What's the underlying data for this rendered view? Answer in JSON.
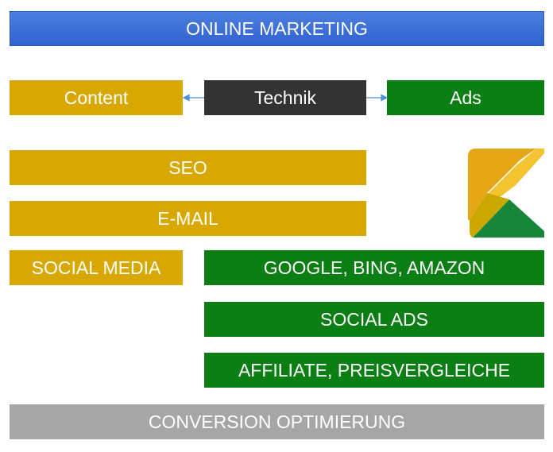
{
  "header": {
    "title": "ONLINE MARKETING"
  },
  "pillars": {
    "content": "Content",
    "technik": "Technik",
    "ads": "Ads"
  },
  "content_channels": [
    "SEO",
    "E-MAIL",
    "SOCIAL MEDIA"
  ],
  "ads_channels": [
    "GOOGLE, BING, AMAZON",
    "SOCIAL ADS",
    "AFFILIATE, PREISVERGLEICHE"
  ],
  "footer": {
    "title": "CONVERSION OPTIMIERUNG"
  },
  "colors": {
    "header_blue": "#3569d6",
    "content_gold": "#d9a800",
    "ads_green": "#0b7f14",
    "technik_dark": "#333333",
    "footer_gray": "#a6a6a6",
    "arrow_blue": "#4a90d9"
  }
}
